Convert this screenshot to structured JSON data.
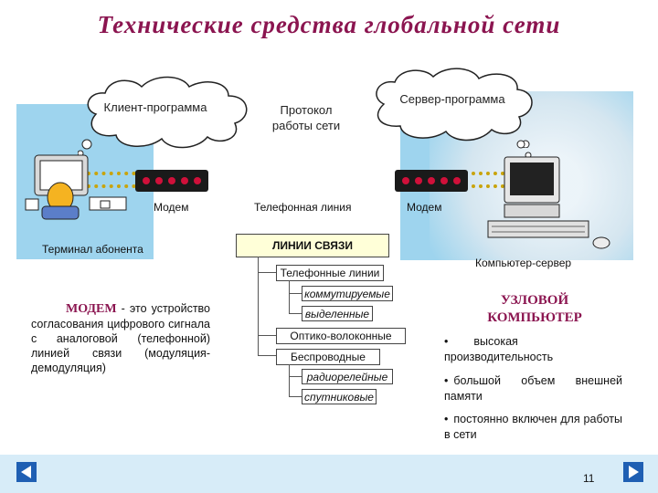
{
  "title": "Технические  средства  глобальной  сети",
  "clouds": {
    "client": "Клиент-программа",
    "protocol": "Протокол работы сети",
    "server": "Сервер-программа"
  },
  "labels": {
    "modem_left": "Модем",
    "modem_right": "Модем",
    "phone_line": "Телефонная линия",
    "terminal": "Терминал  абонента",
    "server_computer": "Компьютер-сервер"
  },
  "tree": {
    "root": "ЛИНИИ СВЯЗИ",
    "phone_lines": "Телефонные  линии",
    "switched": "коммутируемые",
    "dedicated": "выделенные",
    "fiber": "Оптико-волоконные",
    "wireless": "Беспроводные",
    "radio_relay": "радиорелейные",
    "satellite": "спутниковые"
  },
  "modem_definition": {
    "term": "МОДЕМ",
    "text": " - это устройство согласования цифрового сигнала с аналоговой (телефонной) линией связи (модуляция-демодуляция)"
  },
  "node_computer": {
    "title": "УЗЛОВОЙ КОМПЬЮТЕР",
    "bullets": [
      "высокая производительность",
      "большой объем внешней памяти",
      "постоянно включен для работы в сети"
    ]
  },
  "page_number": "11",
  "colors": {
    "title": "#8b1550",
    "panel": "#9ed4ee",
    "footer": "#d7ecf8",
    "nav": "#1f5fb3"
  }
}
